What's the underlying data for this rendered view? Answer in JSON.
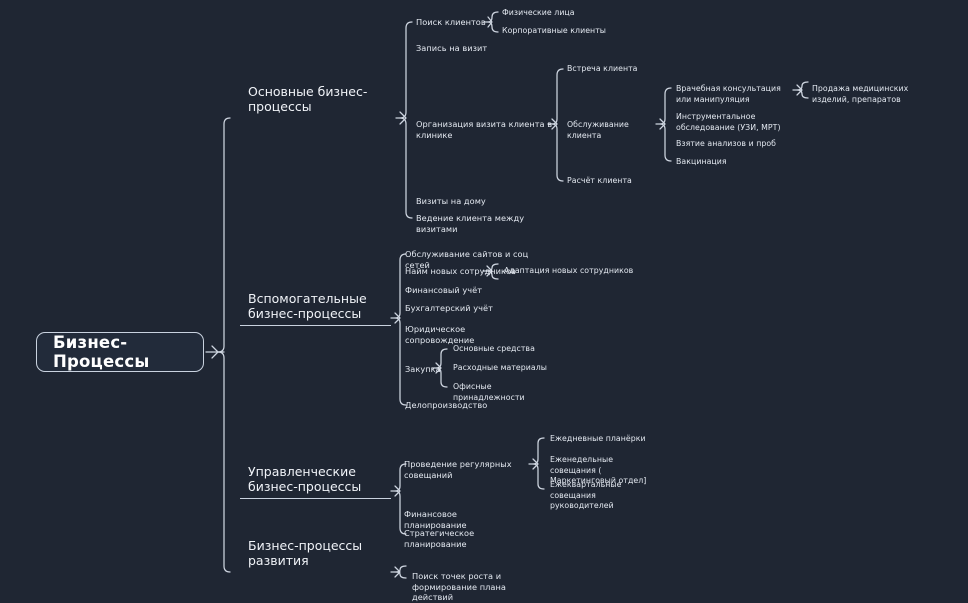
{
  "diagram": {
    "title": "Бизнес-Процессы",
    "type": "mindmap",
    "colors": {
      "background": "#1f2633",
      "stroke": "#ced5e0",
      "text": "#e8ecf2",
      "root_border": "#c9d2df"
    }
  },
  "root": {
    "label": "Бизнес-Процессы"
  },
  "branches": [
    {
      "label": "Основные бизнес-процессы",
      "children": [
        {
          "label": "Поиск клиентов",
          "children": [
            {
              "label": "Физические лица"
            },
            {
              "label": "Корпоративные клиенты"
            }
          ]
        },
        {
          "label": "Запись на визит"
        },
        {
          "label": "Организация визита клиента в клинике",
          "children": [
            {
              "label": "Встреча клиента"
            },
            {
              "label": "Обслуживание клиента",
              "children": [
                {
                  "label": "Врачебная консультация или манипуляция",
                  "children": [
                    {
                      "label": "Продажа медицинских изделий, препаратов"
                    }
                  ]
                },
                {
                  "label": "Инструментальное обследование (УЗИ, МРТ)"
                },
                {
                  "label": "Взятие анализов и проб"
                },
                {
                  "label": "Вакцинация"
                }
              ]
            },
            {
              "label": "Расчёт клиента"
            }
          ]
        },
        {
          "label": "Визиты на дому"
        },
        {
          "label": "Ведение клиента между визитами"
        }
      ]
    },
    {
      "label": "Вспомогательные бизнес-процессы",
      "children": [
        {
          "label": "Обслуживание сайтов и соц сетей"
        },
        {
          "label": "Найм новых сотрудников",
          "children": [
            {
              "label": "Адаптация новых сотрудников"
            }
          ]
        },
        {
          "label": "Финансовый учёт"
        },
        {
          "label": "Бухгалтерский учёт"
        },
        {
          "label": "Юридическое сопровождение"
        },
        {
          "label": "Закупка",
          "children": [
            {
              "label": "Основные средства"
            },
            {
              "label": "Расходные материалы"
            },
            {
              "label": "Офисные принадлежности"
            }
          ]
        },
        {
          "label": "Делопроизводство"
        }
      ]
    },
    {
      "label": "Управленческие бизнес-процессы",
      "children": [
        {
          "label": "Проведение регулярных совещаний",
          "children": [
            {
              "label": "Ежедневные планёрки"
            },
            {
              "label": "Еженедельные совещания ( Маркетинговый отдел]"
            },
            {
              "label": "Ежеквартальные совещания руководителей"
            }
          ]
        },
        {
          "label": "Финансовое планирование"
        },
        {
          "label": "Стратегическое планирование"
        }
      ]
    },
    {
      "label": "Бизнес-процессы развития",
      "children": [
        {
          "label": "Поиск точек роста и формирование плана действий"
        }
      ]
    }
  ]
}
